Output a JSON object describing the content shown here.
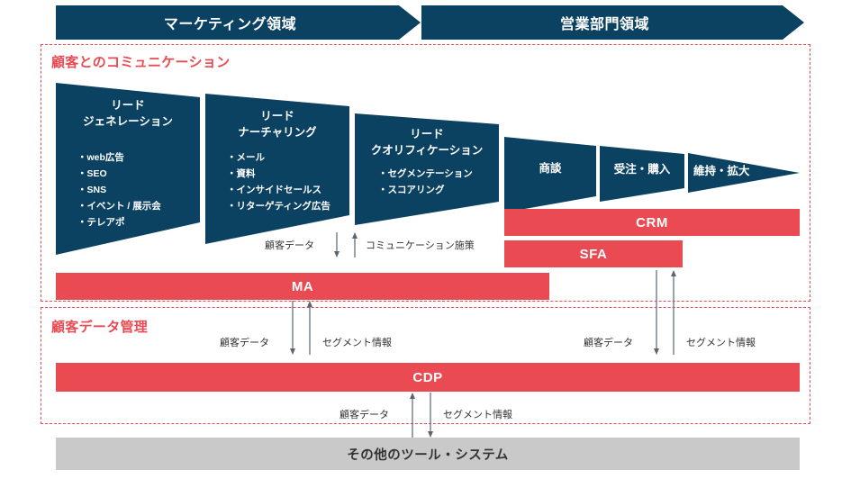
{
  "header": {
    "marketing": "マーケティング領域",
    "sales": "営業部門領域"
  },
  "sections": {
    "communication_title": "顧客とのコミュニケーション",
    "data_management_title": "顧客データ管理"
  },
  "funnel": {
    "stages": [
      {
        "title": "リード\nジェネレーション",
        "items": [
          "・web広告",
          "・SEO",
          "・SNS",
          "・イベント / 展示会",
          "・テレアポ"
        ]
      },
      {
        "title": "リード\nナーチャリング",
        "items": [
          "・メール",
          "・資料",
          "・インサイドセールス",
          "・リターゲティング広告"
        ]
      },
      {
        "title": "リード\nクオリフィケーション",
        "items": [
          "・セグメンテーション",
          "・スコアリング"
        ]
      },
      {
        "title": "商談",
        "items": []
      },
      {
        "title": "受注・購入",
        "items": []
      },
      {
        "title": "維持・拡大",
        "items": []
      }
    ]
  },
  "bars": {
    "crm": "CRM",
    "sfa": "SFA",
    "ma": "MA",
    "cdp": "CDP",
    "other_tools": "その他のツール・システム"
  },
  "flows": {
    "funnel_customer_data": "顧客データ",
    "funnel_communication": "コミュニケーション施策",
    "ma_customer_data": "顧客データ",
    "ma_segment_info": "セグメント情報",
    "sfa_customer_data": "顧客データ",
    "sfa_segment_info": "セグメント情報",
    "cdp_customer_data": "顧客データ",
    "cdp_segment_info": "セグメント情報"
  },
  "colors": {
    "navy": "#0b4161",
    "red": "#ea4a51",
    "gray": "#c9c9c9",
    "white": "#ffffff"
  }
}
